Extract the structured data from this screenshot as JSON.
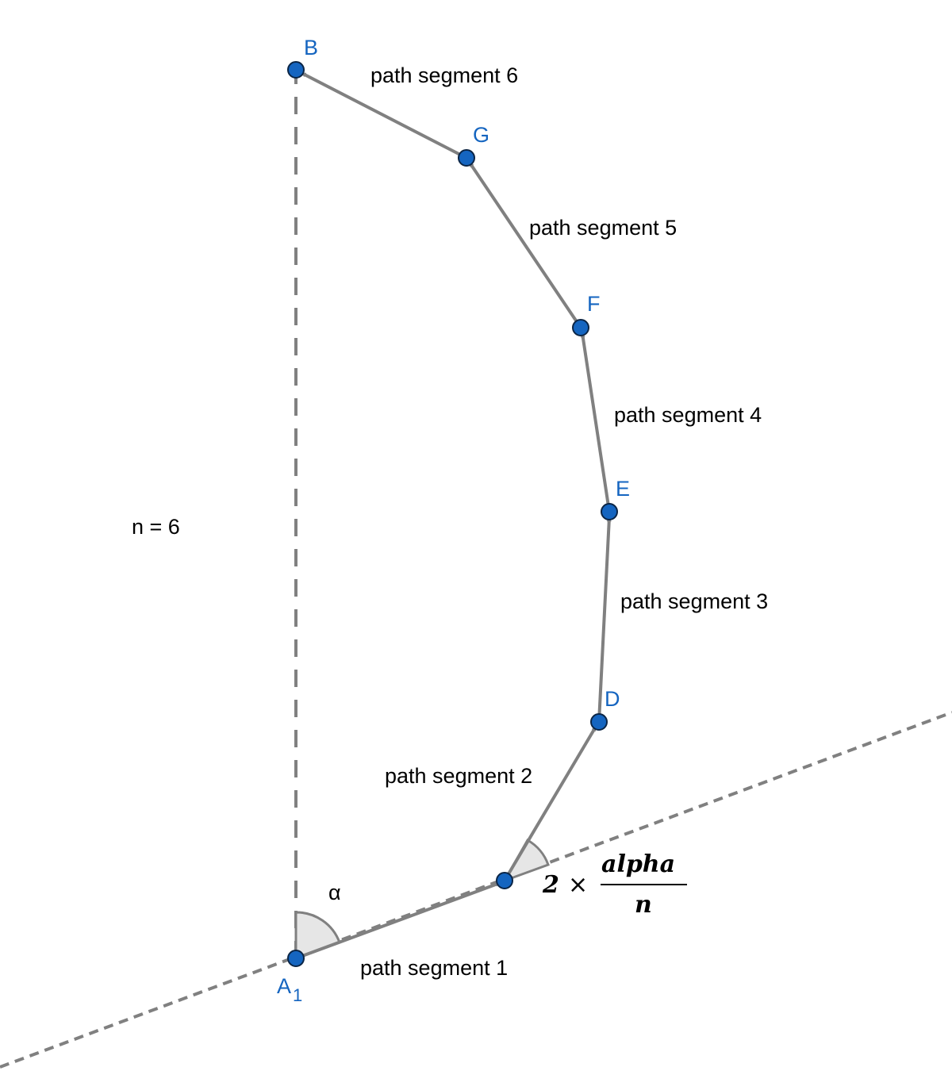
{
  "colors": {
    "point_fill": "#1565C0",
    "point_stroke": "#0b2545",
    "label": "#1565C0",
    "segment": "#808080",
    "dashed": "#808080",
    "angle_fill": "#e6e6e6",
    "text": "#000000"
  },
  "points": {
    "B": "B",
    "G": "G",
    "F": "F",
    "E": "E",
    "D": "D",
    "A": "A",
    "A_sub": "1"
  },
  "segments": [
    "path segment 1",
    "path segment 2",
    "path segment 3",
    "path segment 4",
    "path segment 5",
    "path segment 6"
  ],
  "n_label": "n = 6",
  "angle": {
    "alpha_symbol": "α",
    "formula": {
      "coefficient": "2",
      "times": "×",
      "numerator": "alpha",
      "denominator": "n"
    }
  }
}
